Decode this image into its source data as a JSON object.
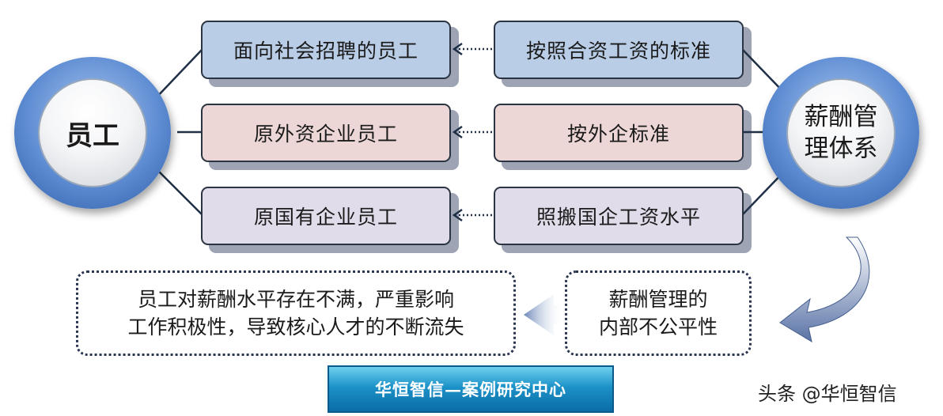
{
  "left_circle": {
    "label": "员工"
  },
  "right_circle": {
    "line1": "薪酬管",
    "line2": "理体系"
  },
  "employee_boxes": [
    {
      "label": "面向社会招聘的员工",
      "color": "#b9cde6"
    },
    {
      "label": "原外资企业员工",
      "color": "#ecd6d6"
    },
    {
      "label": "原国有企业员工",
      "color": "#e0dcea"
    }
  ],
  "standard_boxes": [
    {
      "label": "按照合资工资的标准",
      "color": "#b9cde6"
    },
    {
      "label": "按外企标准",
      "color": "#ecd6d6"
    },
    {
      "label": "照搬国企工资水平",
      "color": "#e0dcea"
    }
  ],
  "cause_box": {
    "line1": "薪酬管理的",
    "line2": "内部不公平性"
  },
  "effect_box": {
    "line1": "员工对薪酬水平存在不满，严重影响",
    "line2": "工作积极性，导致核心人才的不断流失"
  },
  "banner": {
    "label": "华恒智信—案例研究中心"
  },
  "watermark": {
    "label": "头条 @华恒智信"
  }
}
